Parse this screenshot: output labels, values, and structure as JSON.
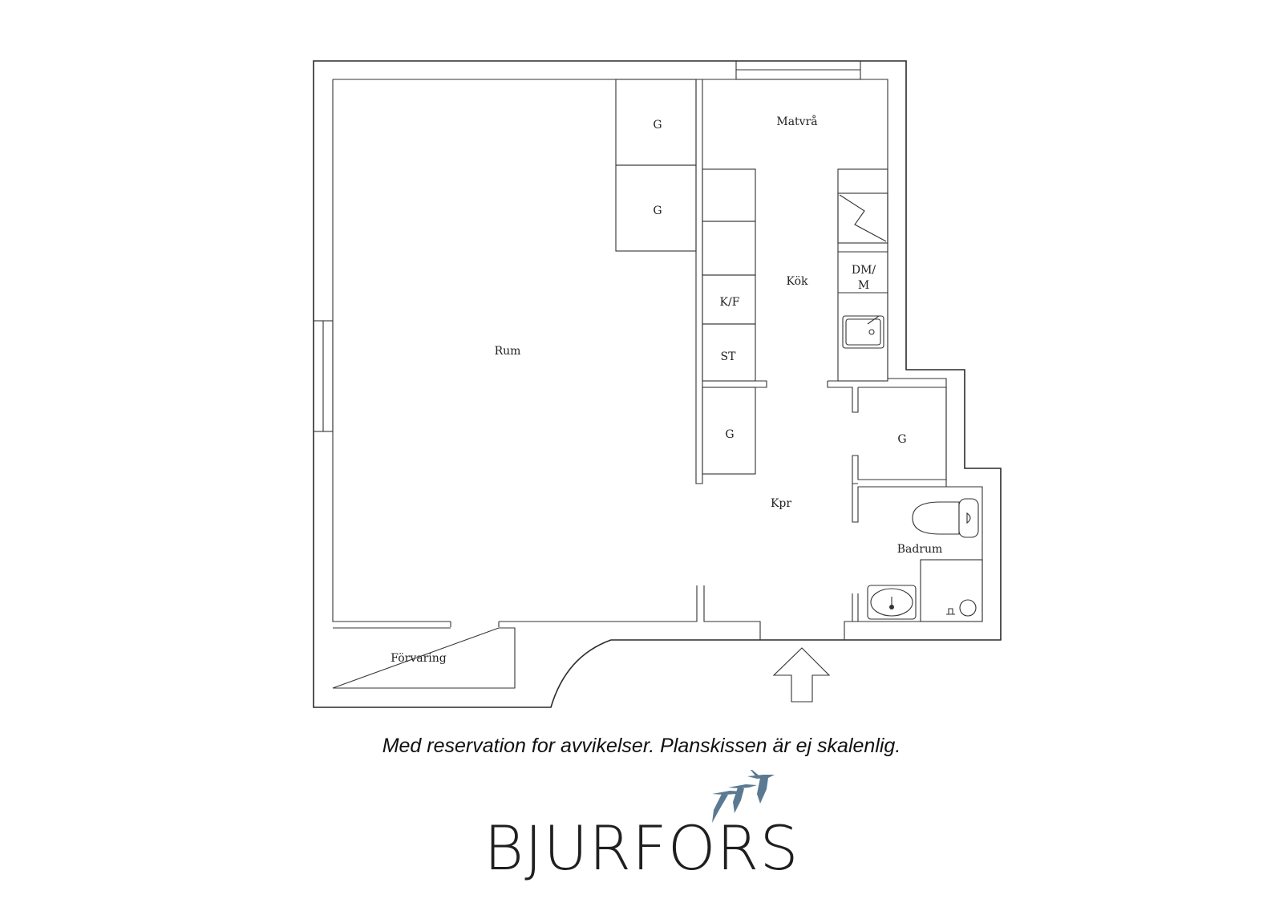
{
  "rooms": {
    "rum": "Rum",
    "matvra": "Matvrå",
    "kok": "Kök",
    "kpr": "Kpr",
    "badrum": "Badrum",
    "forvaring": "Förvaring"
  },
  "fixtures": {
    "g1": "G",
    "g2": "G",
    "g3": "G",
    "g4": "G",
    "kf": "K/F",
    "st": "ST",
    "dm_line1": "DM/",
    "dm_line2": "M"
  },
  "disclaimer": "Med reservation for avvikelser. Planskissen är ej skalenlig.",
  "brand": {
    "name": "BJURFORS",
    "logo_color": "#5b7a92"
  }
}
